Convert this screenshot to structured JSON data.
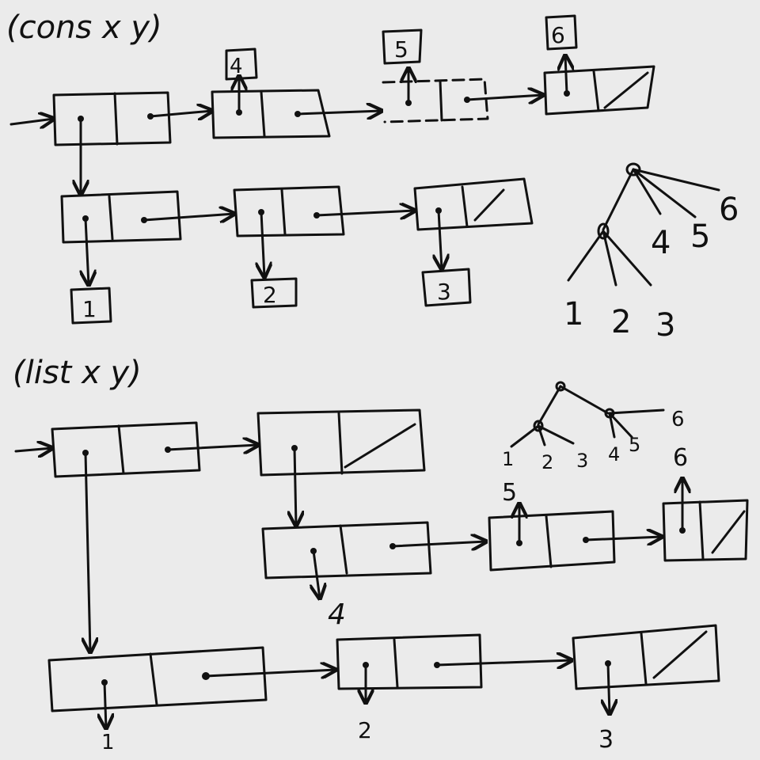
{
  "ink_color": "#111111",
  "paper_color": "#ebebeb",
  "cons_section": {
    "heading": "(cons x y)",
    "value_labels": [
      "1",
      "2",
      "3",
      "4",
      "5",
      "6"
    ],
    "tree_labels": [
      "1",
      "2",
      "3",
      "4",
      "5",
      "6"
    ]
  },
  "list_section": {
    "heading": "(list x y)",
    "value_labels": [
      "1",
      "2",
      "3",
      "4",
      "5",
      "6"
    ],
    "tree_labels": [
      "1",
      "2",
      "3",
      "4",
      "5",
      "6"
    ]
  }
}
